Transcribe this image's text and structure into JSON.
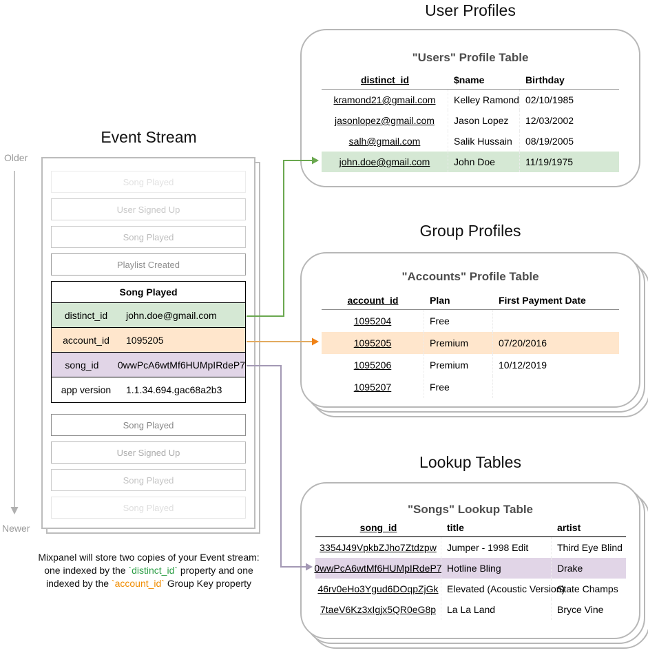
{
  "colors": {
    "green_highlight": "#d5e8d4",
    "orange_highlight": "#ffe6cc",
    "purple_highlight": "#e1d5e7",
    "white_row": "#ffffff",
    "green_arrow": "#6aa84f",
    "orange_arrow_line": "#e2aa5f",
    "orange_arrow_head": "#f08216",
    "purple_arrow": "#a398b4",
    "axis_arrow": "#b0b0b0",
    "distinct_id_text": "#2d9e46",
    "account_id_text": "#f08c00"
  },
  "event_stream": {
    "title": "Event Stream",
    "axis": {
      "older": "Older",
      "newer": "Newer"
    },
    "events_before": [
      "Song Played",
      "User Signed Up",
      "Song Played",
      "Playlist Created"
    ],
    "focused_event": {
      "name": "Song Played",
      "properties": [
        {
          "key": "distinct_id",
          "value": "john.doe@gmail.com"
        },
        {
          "key": "account_id",
          "value": "1095205"
        },
        {
          "key": "song_id",
          "value": "0wwPcA6wtMf6HUMpIRdeP7"
        },
        {
          "key": "app version",
          "value": "1.1.34.694.gac68a2b3"
        }
      ]
    },
    "events_after": [
      "Song Played",
      "User Signed Up",
      "Song Played",
      "Song Played"
    ],
    "caption": {
      "line1": "Mixpanel will store two copies of your Event stream:",
      "line2_pre": "one indexed by the ",
      "line2_code": "`distinct_id`",
      "line2_post": " property and one",
      "line3_pre": "indexed by the ",
      "line3_code": "`account_id`",
      "line3_post": " Group Key property"
    }
  },
  "user_profiles": {
    "section_title": "User Profiles",
    "table_title": "\"Users\" Profile Table",
    "columns": [
      "distinct_id",
      "$name",
      "Birthday"
    ],
    "rows": [
      {
        "id": "kramond21@gmail.com",
        "name": "Kelley Ramond",
        "birthday": "02/10/1985"
      },
      {
        "id": "jasonlopez@gmail.com",
        "name": "Jason Lopez",
        "birthday": "12/03/2002"
      },
      {
        "id": "salh@gmail.com",
        "name": "Salik Hussain",
        "birthday": "08/19/2005"
      },
      {
        "id": "john.doe@gmail.com",
        "name": "John Doe",
        "birthday": "11/19/1975"
      }
    ]
  },
  "group_profiles": {
    "section_title": "Group Profiles",
    "table_title": "\"Accounts\" Profile Table",
    "columns": [
      "account_id",
      "Plan",
      "First Payment Date"
    ],
    "rows": [
      {
        "id": "1095204",
        "plan": "Free",
        "first_payment_date": ""
      },
      {
        "id": "1095205",
        "plan": "Premium",
        "first_payment_date": "07/20/2016"
      },
      {
        "id": "1095206",
        "plan": "Premium",
        "first_payment_date": "10/12/2019"
      },
      {
        "id": "1095207",
        "plan": "Free",
        "first_payment_date": ""
      }
    ]
  },
  "lookup_tables": {
    "section_title": "Lookup Tables",
    "table_title": "\"Songs\" Lookup Table",
    "columns": [
      "song_id",
      "title",
      "artist"
    ],
    "rows": [
      {
        "id": "3354J49VpkbZJho7Ztdzpw",
        "title": "Jumper - 1998 Edit",
        "artist": "Third Eye Blind"
      },
      {
        "id": "0wwPcA6wtMf6HUMpIRdeP7",
        "title": "Hotline Bling",
        "artist": "Drake"
      },
      {
        "id": "46rv0eHo3Ygud6DOqpZjGk",
        "title": "Elevated (Acoustic Version)",
        "artist": "State Champs"
      },
      {
        "id": "7taeV6Kz3xIgjx5QR0eG8p",
        "title": "La La Land",
        "artist": "Bryce Vine"
      }
    ]
  }
}
